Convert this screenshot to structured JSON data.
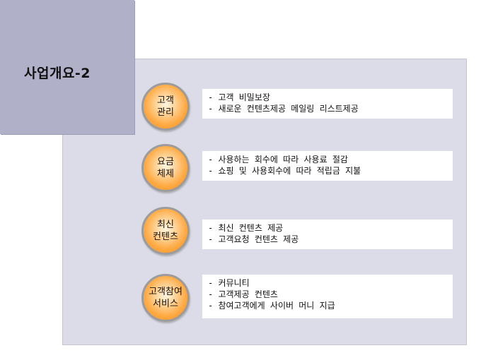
{
  "title": "사업개요-2",
  "colors": {
    "title_block": "#b0b0c8",
    "panel": "#dcdce8",
    "badge_orange": "#ffaa44",
    "badge_ring": "#9c9c9c"
  },
  "items": [
    {
      "label_lines": [
        "고객",
        "관리"
      ],
      "details": [
        "- 고객 비밀보장",
        "- 새로운 컨텐츠제공 메일링 리스트제공"
      ]
    },
    {
      "label_lines": [
        "요금",
        "체제"
      ],
      "details": [
        "- 사용하는 회수에 따라 사용료 절감",
        "- 쇼핑 및 사용회수에 따라 적립금 지불"
      ]
    },
    {
      "label_lines": [
        "최신",
        "컨텐츠"
      ],
      "details": [
        "- 최신 컨텐츠 제공",
        "- 고객요청 컨텐츠 제공"
      ]
    },
    {
      "label_lines": [
        "고객참여",
        "서비스"
      ],
      "details": [
        "- 커뮤니티",
        "- 고객제공 컨텐츠",
        "- 참여고객에게 사이버 머니 지급"
      ]
    }
  ]
}
